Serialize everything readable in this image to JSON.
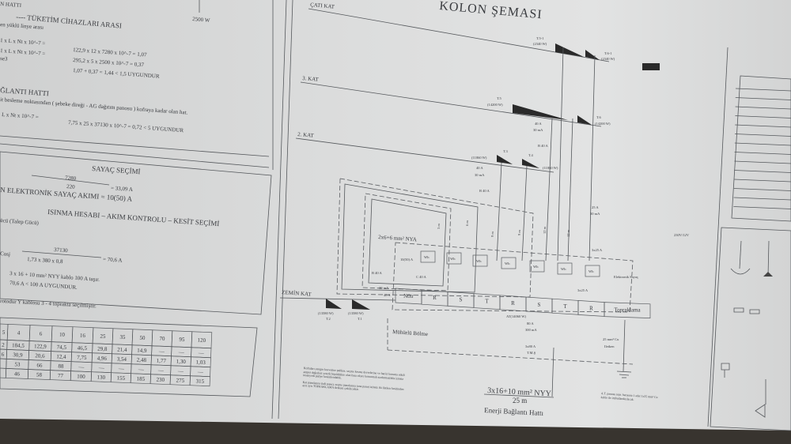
{
  "left_sheet": {
    "top_heading": "N HATTI",
    "top_load": "2500 W",
    "section1_title": "---- TÜKETİM CİHAZLARI ARASI",
    "section1_sub": "en yüklü linye arası",
    "formula_lines": [
      {
        "lhs": "1 x L x Nt x 10^-7 =",
        "rhs": "122,9  x  12  x  7280  x 10^-7 =  1,07"
      },
      {
        "lhs": "1 x L x Nt x 10^-7 =",
        "rhs": "295,2  x   5  x  2500  x 10^-7 =  0,37"
      },
      {
        "lhs": "se3",
        "rhs": "1,07  +  0,37  =  1,44  <  1,5  UYGUNDUR"
      }
    ],
    "section2_title": "ĞLANTI HATTI",
    "section2_sub": "it besleme noktasından ( şebeke direği - AG dağıtım panosu ) kofraya kadar olan hat.",
    "section2_formula_lhs": "L x Nt x 10^-7 =",
    "section2_formula_rhs": "7,75   x  25  x  37130 x 10^-7 =  0,72  <  5    UYGUNDUR",
    "meter_title": "SAYAÇ SEÇİMİ",
    "meter_numerator": "7280",
    "meter_denominator": "220",
    "meter_result": "= 33,09  A",
    "meter_current": "N ELEKTRONİK SAYAÇ AKIMI =  10(50) A",
    "heating_title": "ISINMA HESABI – AKIM KONTROLU – KESİT SEÇİMİ",
    "demand_label": "ücü (Talep Gücü)",
    "cos_label": "Cosj",
    "current_numerator": "37130",
    "current_denominator": "1,73   x    380   x    0,8",
    "current_result": "=  70,6   A",
    "cable_line1": "3 x  16  +  10  mm² NYY   kablo   100   A   taşır.",
    "cable_line2": "70,6   A <  100  A UYGUNDUR.",
    "cable_line3": "rotodur   Y   kablosu  3 - 4  toprakta seçilmiştir.",
    "table": {
      "header": [
        "5",
        "4",
        "6",
        "10",
        "16",
        "25",
        "35",
        "50",
        "70",
        "95",
        "120"
      ],
      "rows": [
        [
          "2",
          "184,5",
          "122,9",
          "74,5",
          "46,5",
          "29,8",
          "21,4",
          "14,9",
          "—",
          "—",
          "—"
        ],
        [
          "6",
          "30,9",
          "20,6",
          "12,4",
          "7,75",
          "4,96",
          "3,54",
          "2,48",
          "1,77",
          "1,30",
          "1,03"
        ],
        [
          "",
          "53",
          "66",
          "88",
          "—",
          "—",
          "—",
          "—",
          "—",
          "—",
          "—"
        ],
        [
          "",
          "46",
          "58",
          "77",
          "100",
          "130",
          "155",
          "185",
          "230",
          "275",
          "315"
        ]
      ]
    }
  },
  "diagram": {
    "title": "KOLON ŞEMASI",
    "floors": [
      "ÇATI KAT",
      "3. KAT",
      "2. KAT",
      "ZEMİN KAT"
    ],
    "panels": {
      "t5_1": "T.5-1",
      "t5_1_power": "(2340 W)",
      "t6_1": "T.6-1",
      "t6_1_power": "(2340 W)",
      "t5": "T.5",
      "t5_power": "(14200 W)",
      "t6": "T.6",
      "t6_power": "(14200 W)",
      "t3": "T.3",
      "t3_power": "(11860 W)",
      "t4": "T.4",
      "t4_power": "(11860 W)",
      "t2": "T.2",
      "t2_power": "(13580 W)",
      "t1": "T.1",
      "t1_power": "(13580 W)"
    },
    "labels": {
      "rcd_40a": "40 A",
      "rcd_30ma": "30 mA",
      "b40a": "B 40 A",
      "c40a": "C 40 A",
      "nya": "2x6+6 mm² NYA",
      "meter_rating": "10(50) A",
      "wh": "Wh",
      "lengths": [
        "3 m",
        "6 m",
        "9 m",
        "9 m",
        "12 m",
        "12 m"
      ],
      "fuse_25a": "3x25 A",
      "rcd_25a": "25 A",
      "rcd_25a_ma": "30 mA",
      "zemin_30ma": "30 mA",
      "zemin_40a": "40 A",
      "busbar": [
        "Nötr",
        "R",
        "S",
        "T",
        "R",
        "S",
        "T",
        "R",
        "Topraklama"
      ],
      "at_power": "AT(14060 W)",
      "main_80a": "80 A",
      "main_300ma": "300 mA",
      "tms": "3x80 A",
      "tms_label": "T.M.Ş",
      "sealed": "Mühürlü Bölme",
      "electronic_meter": "Elektronik Sayaç",
      "earth_cable": "25 mm² Cu",
      "earth_label": "Iletken",
      "transformer": "230V/12V",
      "feeder_cable": "3x16+10 mm² NYY",
      "feeder_length": "25 m",
      "feeder_label": "Enerji Bağlantı Hattı",
      "note1": "Kofraları yangın kuvvetine pahlım. seçme kesme devrelerine ve harici koruma etkili amper değerleri yeterli büyüklükte olan bara ekyre korunmalı sızdırmazlıkla izinsiz insanyetli paliye kesimlendalde.",
      "note2": "Kat panolarına (tali pano), seçme panolarına (ana pano) izinsiz iki iletken kesitinden ayrı ayrı TOPRAKLAMA iletkeni çekilecektir.",
      "note3": "A.T. panosu topr. barasına 1 adet 1x25 mm² Cu kablo ile irtibatlandırılacak."
    }
  }
}
